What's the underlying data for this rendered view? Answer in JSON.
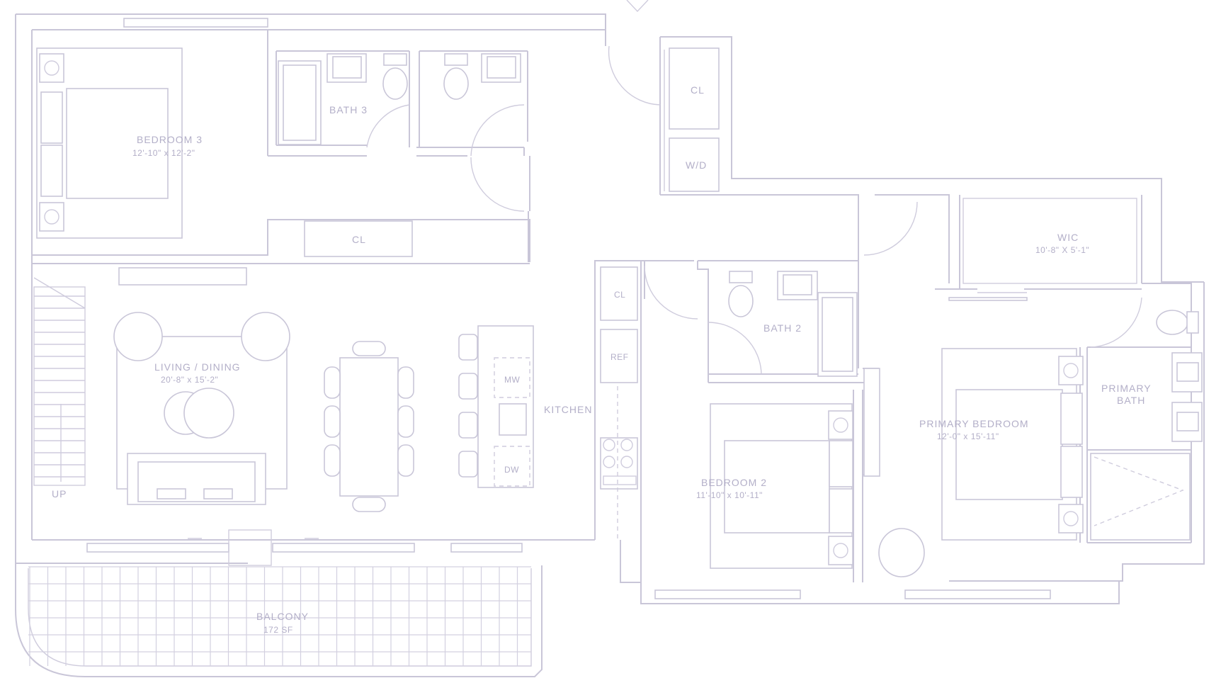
{
  "rooms": {
    "bedroom3": {
      "name": "BEDROOM 3",
      "dims": "12'-10\" x 12'-2\""
    },
    "bath3": {
      "name": "BATH 3"
    },
    "closet_hall": {
      "name": "CL"
    },
    "closet_bed3": {
      "name": "CL"
    },
    "washer_dryer": {
      "name": "W/D"
    },
    "living": {
      "name": "LIVING / DINING",
      "dims": "20'-8\" x 15'-2\""
    },
    "stair": {
      "name": "UP"
    },
    "kitchen": {
      "name": "KITCHEN",
      "microwave": "MW",
      "dishwasher": "DW",
      "fridge": "REF",
      "closet": "CL"
    },
    "bath2": {
      "name": "BATH 2"
    },
    "bedroom2": {
      "name": "BEDROOM 2",
      "dims": "11'-10\" x 10'-11\""
    },
    "wic": {
      "name": "WIC",
      "dims": "10'-8\" X 5'-1\""
    },
    "primary_bedroom": {
      "name": "PRIMARY BEDROOM",
      "dims": "12'-0\" x 15'-11\""
    },
    "primary_bath": {
      "name": "PRIMARY",
      "name2": "BATH"
    },
    "balcony": {
      "name": "BALCONY",
      "area": "172 SF"
    }
  },
  "colors": {
    "line": "#c9c6d8",
    "label": "#b3afc8",
    "background": "#ffffff"
  }
}
